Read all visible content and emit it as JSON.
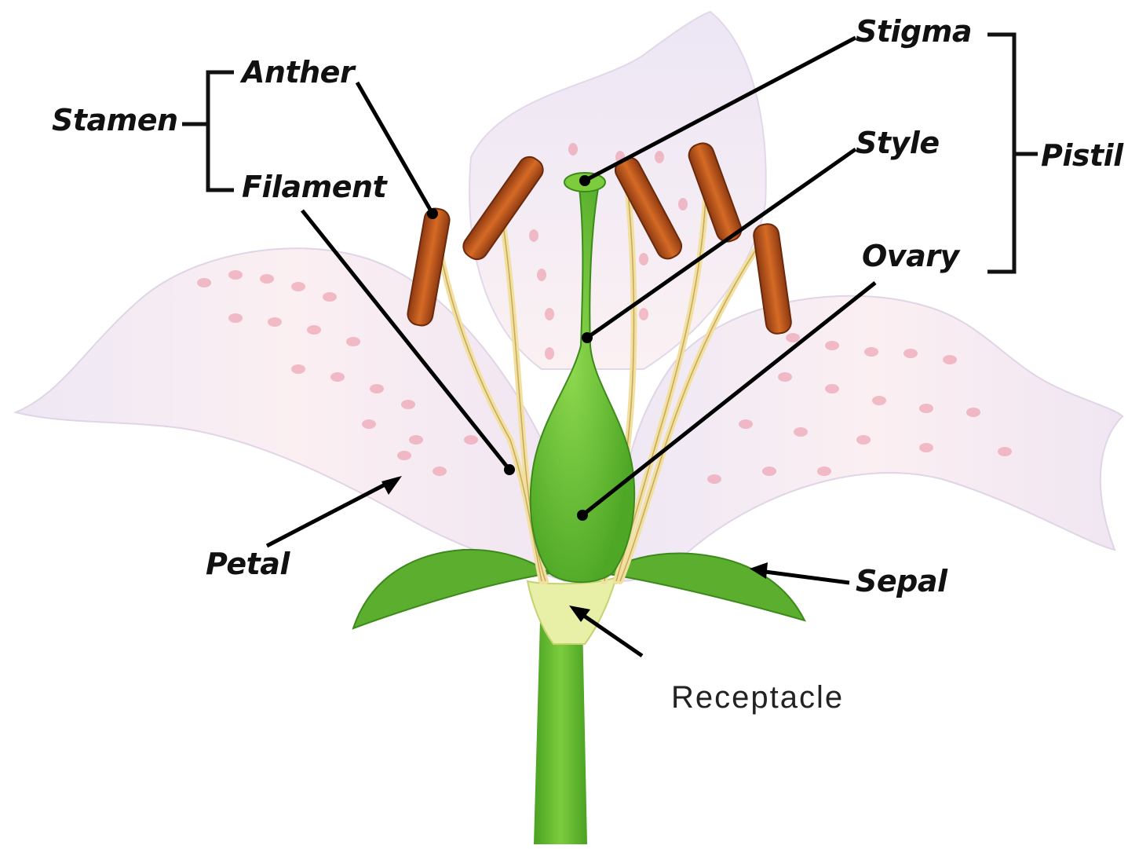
{
  "labels": {
    "stamen": "Stamen",
    "anther": "Anther",
    "filament": "Filament",
    "stigma": "Stigma",
    "style": "Style",
    "ovary": "Ovary",
    "pistil": "Pistil",
    "petal": "Petal",
    "sepal": "Sepal",
    "receptacle": "Receptacle"
  },
  "colors": {
    "petal": "#f7e9ee",
    "petal_spot": "#ec8fa2",
    "pistil": "#6cc332",
    "anther": "#c9561b",
    "filament": "#f1e0a0",
    "sepal": "#5cae2e",
    "receptacle": "#e7f0a6",
    "leader_line": "#000000"
  }
}
